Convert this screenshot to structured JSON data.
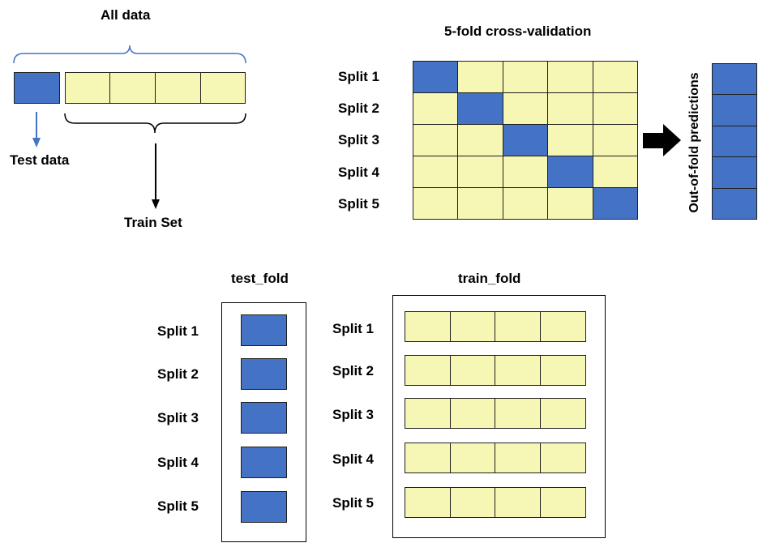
{
  "top_left": {
    "all_data_label": "All data",
    "test_data_label": "Test data",
    "train_set_label": "Train Set"
  },
  "cross_validation": {
    "title": "5-fold cross-validation",
    "splits": [
      "Split 1",
      "Split 2",
      "Split 3",
      "Split 4",
      "Split 5"
    ],
    "oof_label": "Out-of-fold predictions"
  },
  "test_fold": {
    "title": "test_fold",
    "splits": [
      "Split 1",
      "Split 2",
      "Split 3",
      "Split 4",
      "Split 5"
    ]
  },
  "train_fold": {
    "title": "train_fold",
    "splits": [
      "Split 1",
      "Split 2",
      "Split 3",
      "Split 4",
      "Split 5"
    ]
  },
  "colors": {
    "test": "#4472c4",
    "train": "#f6f7b4",
    "brace": "#4472c4"
  }
}
